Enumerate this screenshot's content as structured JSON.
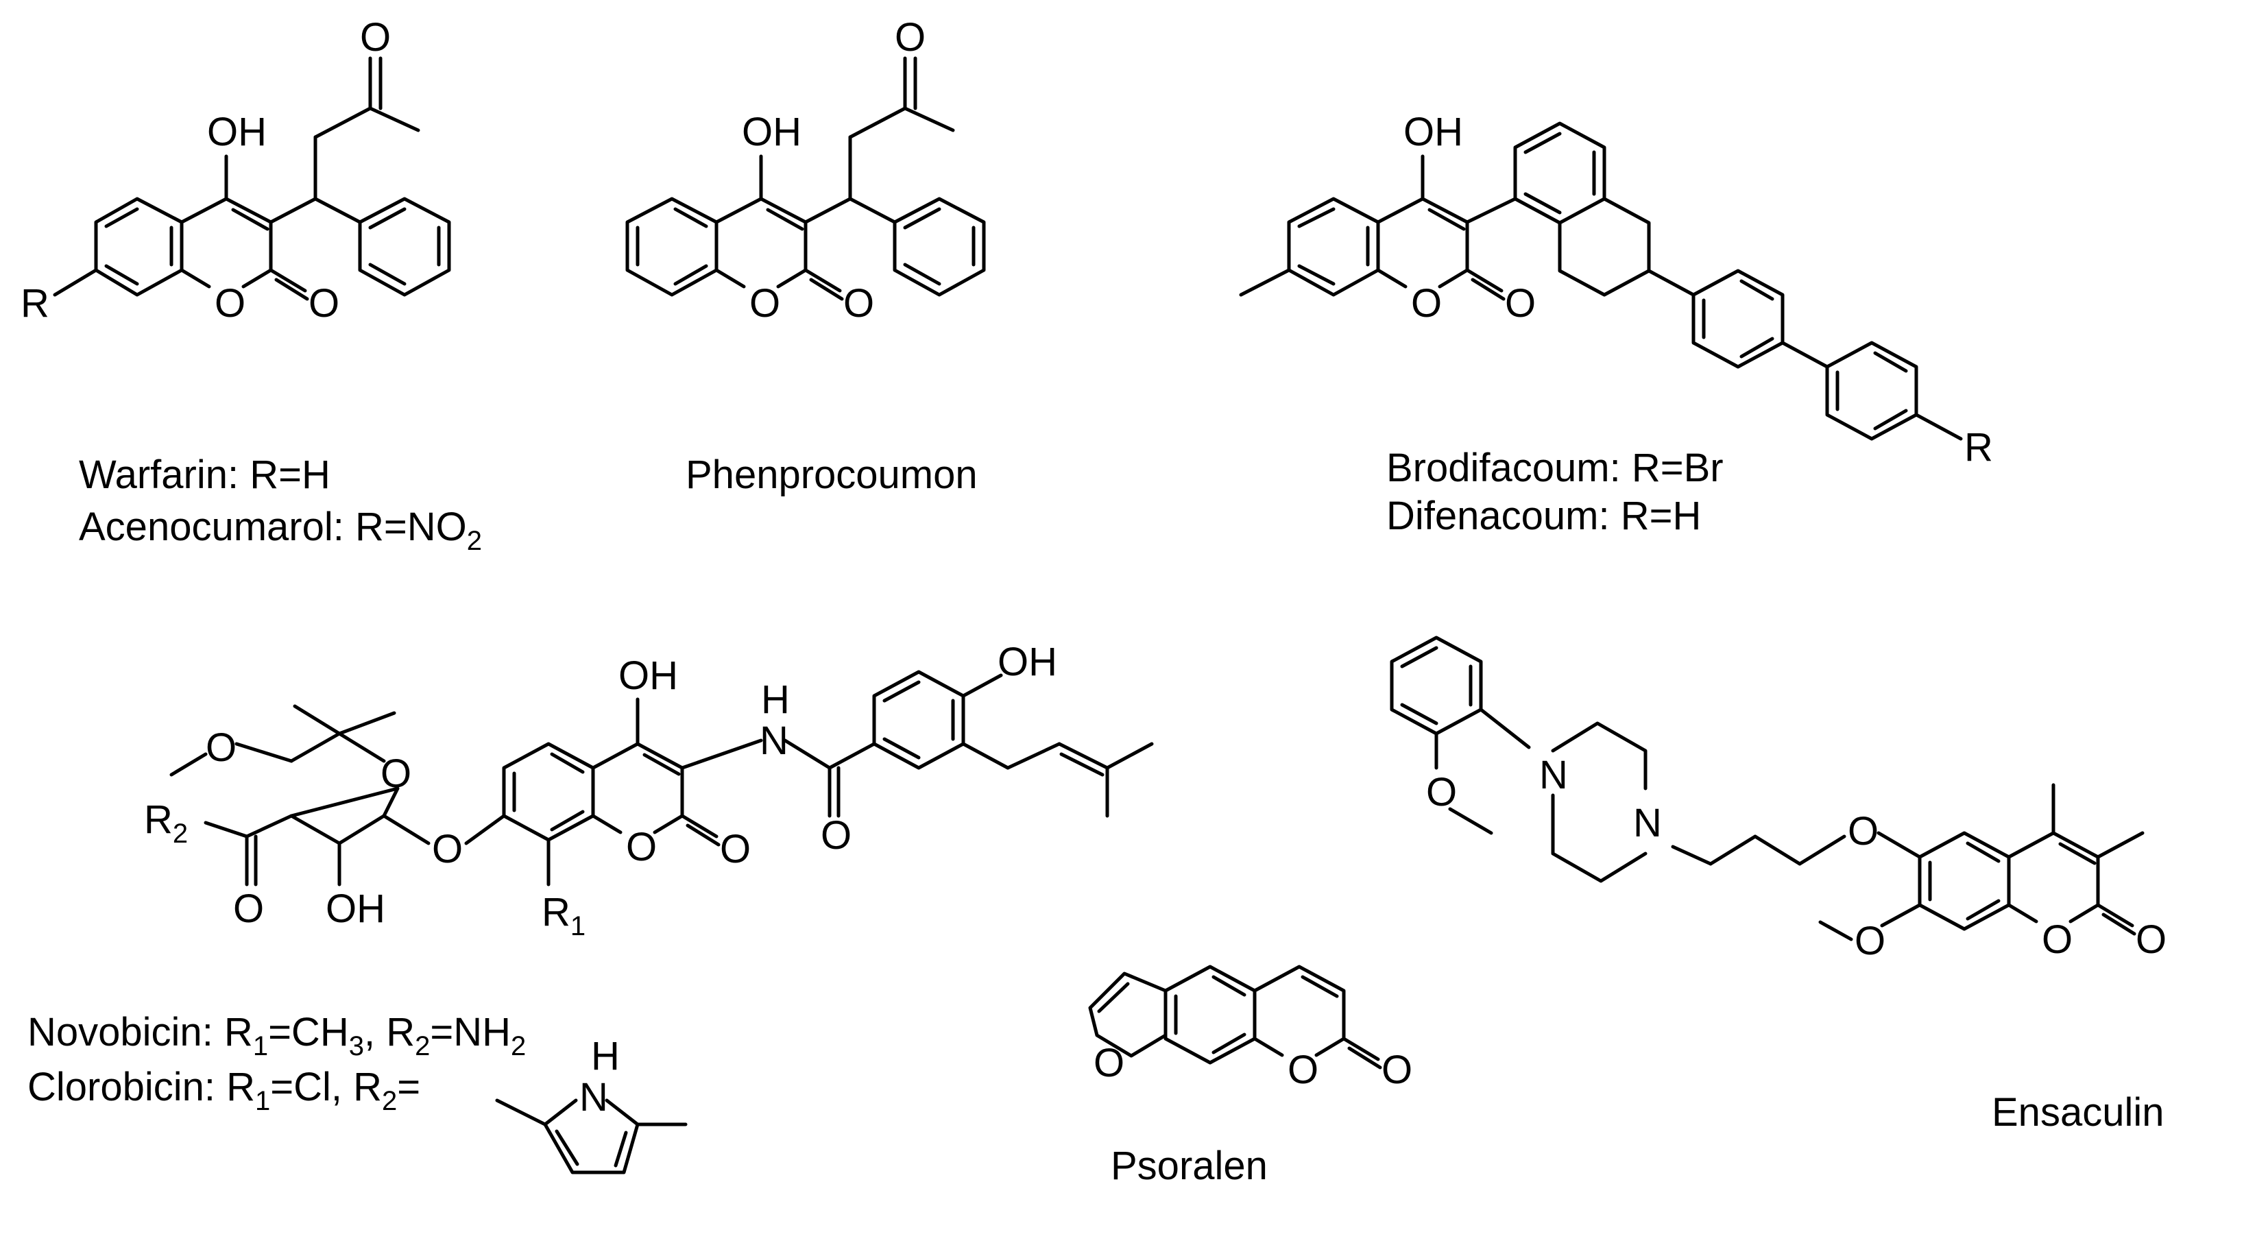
{
  "background_color": "#ffffff",
  "ink_color": "#000000",
  "compounds": {
    "warfarin_group": {
      "captions": [
        {
          "name": "Warfarin",
          "sep": ": ",
          "r": "R=H"
        },
        {
          "name": "Acenocumarol",
          "sep": ": ",
          "r": "R=NO",
          "sub": "2"
        }
      ],
      "atoms": {
        "oh": "OH",
        "o_ketone": "O",
        "o_ring": "O",
        "o_lactone": "O",
        "r": "R"
      }
    },
    "phenprocoumon": {
      "caption": "Phenprocoumon",
      "atoms": {
        "oh": "OH",
        "o_ketone": "O",
        "o_ring": "O",
        "o_lactone": "O"
      }
    },
    "brodifacoum_group": {
      "captions": [
        {
          "name": "Brodifacoum",
          "sep": ": ",
          "r": "R=Br"
        },
        {
          "name": "Difenacoum",
          "sep": ": ",
          "r": "R=H"
        }
      ],
      "atoms": {
        "oh": "OH",
        "o_ring": "O",
        "o_lactone": "O",
        "r": "R"
      }
    },
    "novobicin_group": {
      "captions": [
        {
          "name": "Novobicin",
          "sep": ": ",
          "r1": "R",
          "r1_sub": "1",
          "r1_val": "=CH",
          "r1_val_sub": "3",
          "comma": ", ",
          "r2": "R",
          "r2_sub": "2",
          "r2_val": "=NH",
          "r2_val_sub": "2"
        },
        {
          "name": "Clorobicin",
          "sep": ": ",
          "r1": "R",
          "r1_sub": "1",
          "r1_val": "=Cl",
          "comma": ", ",
          "r2": "R",
          "r2_sub": "2",
          "r2_val": "="
        }
      ],
      "atoms": {
        "oh_top": "OH",
        "nh": "H",
        "n": "N",
        "oh_phenol": "OH",
        "o_amide": "O",
        "o_ring": "O",
        "o_lactone": "O",
        "o_link": "O",
        "o_sugar": "O",
        "o_methoxy": "O",
        "o_carb": "O",
        "oh_sugar": "OH",
        "r1": "R",
        "r1_sub": "1",
        "r2": "R",
        "r2_sub": "2",
        "pyrrole_n": "N",
        "pyrrole_h": "H"
      }
    },
    "psoralen": {
      "caption": "Psoralen",
      "atoms": {
        "o_furan": "O",
        "o_ring": "O",
        "o_lactone": "O"
      }
    },
    "ensaculin": {
      "caption": "Ensaculin",
      "atoms": {
        "o_methoxy_ar": "O",
        "n1": "N",
        "n2": "N",
        "o_ether": "O",
        "o_methoxy": "O",
        "o_ring": "O",
        "o_lactone": "O"
      }
    }
  }
}
